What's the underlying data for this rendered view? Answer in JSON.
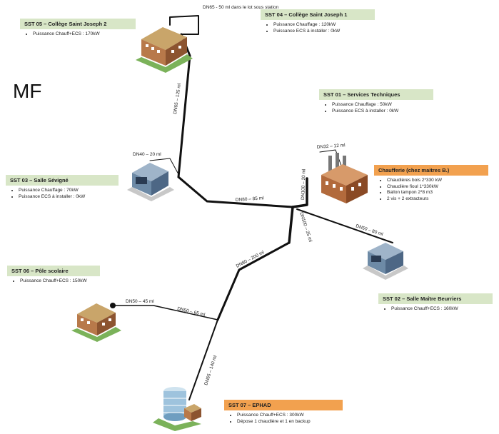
{
  "big_label": "MF",
  "substations": [
    {
      "id": "sst05",
      "title": "SST 05 – Collège Saint Joseph 2",
      "items": [
        "Puissance Chauff+ECS : 170kW"
      ]
    },
    {
      "id": "sst04",
      "title": "SST 04 – Collège Saint Joseph 1",
      "items": [
        "Puissance Chauffage : 120kW",
        "Puissance ECS à installer : 0kW"
      ]
    },
    {
      "id": "sst01",
      "title": "SST 01 – Services Techniques",
      "items": [
        "Puissance Chauffage : 50kW",
        "Puissance ECS à installer : 0kW"
      ]
    },
    {
      "id": "chaufferie",
      "title": "Chaufferie (chez maitres B.)",
      "items": [
        "Chaudières bois 2*330 kW",
        "Chaudière fioul 1*330kW",
        "Ballon tampon 2*8 m3",
        "2 vis + 2 extracteurs"
      ]
    },
    {
      "id": "sst03",
      "title": "SST 03 – Salle Sévigné",
      "items": [
        "Puissance Chauffage : 70kW",
        "Puissance ECS à installer : 0kW"
      ]
    },
    {
      "id": "sst06",
      "title": "SST 06 – Pôle scolaire",
      "items": [
        "Puissance Chauff+ECS : 150kW"
      ]
    },
    {
      "id": "sst02",
      "title": "SST 02 – Salle Maître Beurriers",
      "items": [
        "Puissance Chauff+ECS : 160kW"
      ]
    },
    {
      "id": "sst07",
      "title": "SST 07 – EPHAD",
      "items": [
        "Puissance Chauff+ECS : 300kW",
        "Dépose 1 chaudière et 1 en backup"
      ]
    }
  ],
  "pipes": {
    "top_loop": "DN65 - 50 ml dans le lot sous station",
    "dn65_125": "DN65 – 125 ml",
    "dn40_20": "DN40 – 20 ml",
    "dn32_12": "DN32 – 12 ml",
    "dn80_85": "DN80 – 85 ml",
    "dn100_20": "DN100 – 20 ml",
    "dn100_25": "DN100 – 25 ml",
    "dn50_80": "DN50 – 80 ml",
    "dn80_200": "DN80 – 200 ml",
    "dn50_45": "DN50 – 45 ml",
    "dn50_65": "DN50 – 65 ml",
    "dn65_140": "DN65 – 140 ml"
  },
  "colors": {
    "header_green": "#d8e6c7",
    "header_orange": "#f2a14f",
    "pipe": "#111111"
  }
}
